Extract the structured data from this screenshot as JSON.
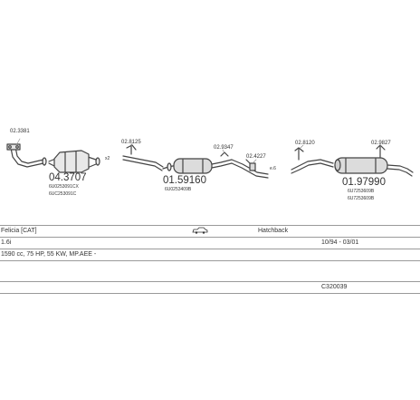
{
  "parts": {
    "p1_code": "02.3381",
    "p2_code": "04.3707",
    "p2_sub1": "6U0253091CX",
    "p2_sub2": "6UC253091C",
    "p2_qty": "x2",
    "p3_code": "02.8125",
    "p4_code": "01.59160",
    "p4_sub": "6U0253409B",
    "p5_code": "02.9347",
    "p6_code": "02.4227",
    "p6_small": "e.6",
    "p7_code": "02.8120",
    "p8_code": "02.9827",
    "p9_code": "01.97990",
    "p9_sub1": "6U7253609B",
    "p9_sub2": "6U7253609B"
  },
  "info": {
    "model": "Felicia [CAT]",
    "body_type": "Hatchback",
    "engine": "1.6i",
    "period": "10/94 - 03/01",
    "specs": "1590 cc, 75 HP, 55 KW, MP.AEE -",
    "ref": "C320039"
  }
}
